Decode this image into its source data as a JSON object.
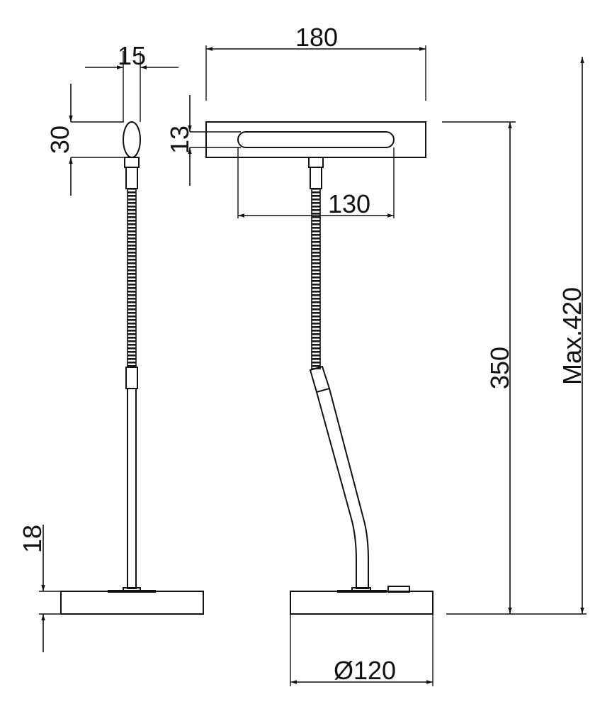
{
  "drawing": {
    "dimensions": {
      "head_thickness": "15",
      "head_height": "30",
      "head_width": "180",
      "head_depth": "13",
      "light_length": "130",
      "lamp_height": "350",
      "max_height": "Max.420",
      "base_height": "18",
      "base_diameter": "Ø120"
    }
  }
}
